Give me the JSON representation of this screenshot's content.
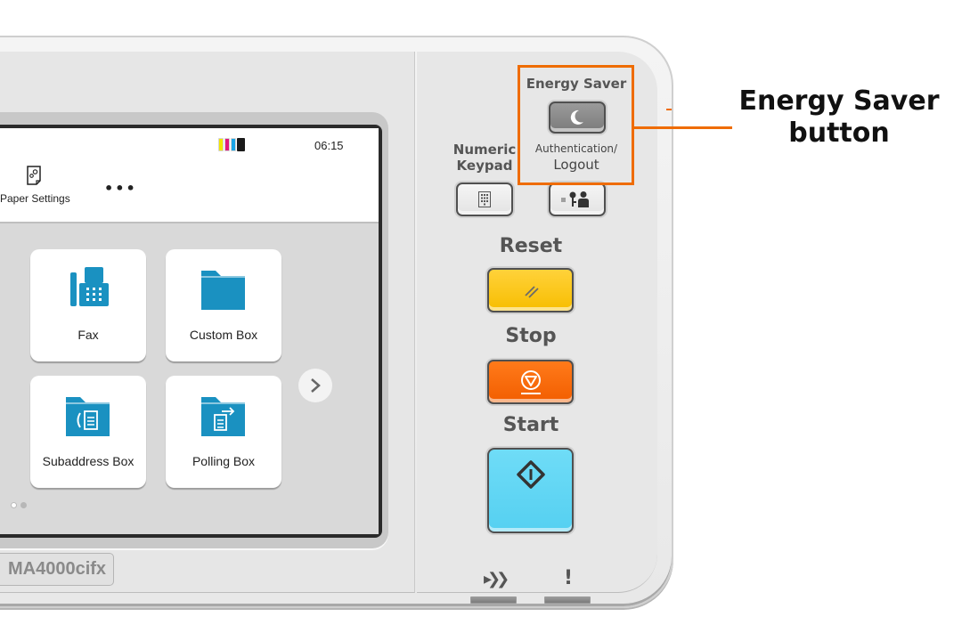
{
  "screen": {
    "header": {
      "time": "06:15",
      "toner_levels": [
        {
          "name": "yellow",
          "color": "#f2e500"
        },
        {
          "name": "magenta",
          "color": "#e2177e"
        },
        {
          "name": "cyan",
          "color": "#1aa5e6"
        },
        {
          "name": "black",
          "color": "#1a1a1a"
        }
      ],
      "paper_settings_label": "Paper Settings",
      "more_label": "•••"
    },
    "tiles": [
      {
        "label": "Fax",
        "icon": "fax-icon"
      },
      {
        "label": "Custom Box",
        "icon": "folder-icon"
      },
      {
        "label": "Subaddress Box",
        "icon": "subaddress-box-icon"
      },
      {
        "label": "Polling Box",
        "icon": "polling-box-icon"
      }
    ],
    "next_page_icon": "chevron-right-icon",
    "page_indicator": {
      "pages": 2,
      "current": 1
    },
    "icon_color": "#1a91c1"
  },
  "model": {
    "name": "MA4000cifx"
  },
  "controls": {
    "energy_saver_label": "Energy Saver",
    "numeric_keypad_label_line1": "Numeric",
    "numeric_keypad_label_line2": "Keypad",
    "auth_label_line1": "Authentication/",
    "auth_label_line2": "Logout",
    "reset_label": "Reset",
    "stop_label": "Stop",
    "start_label": "Start",
    "processing_indicator": "»",
    "attention_indicator": "!"
  },
  "callout": {
    "line1": "Energy Saver",
    "line2": "button",
    "color": "#ef6c00"
  }
}
